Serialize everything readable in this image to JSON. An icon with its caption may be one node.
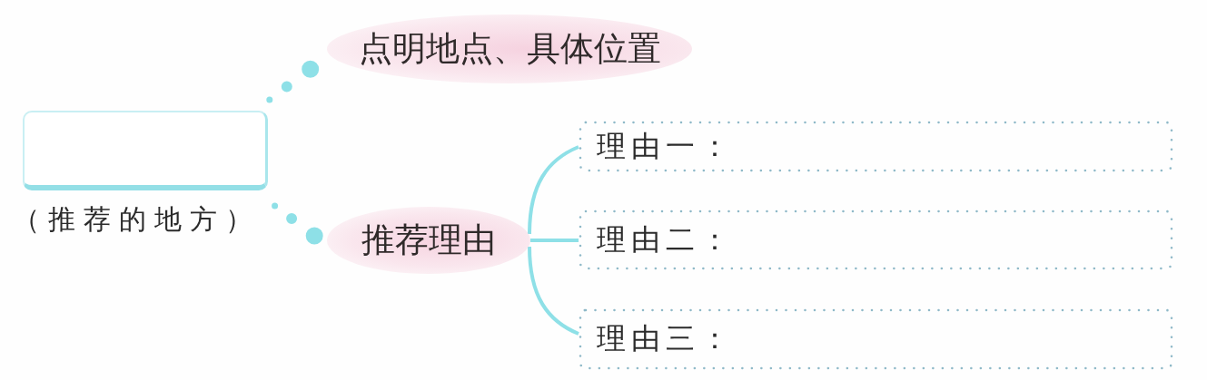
{
  "diagram": {
    "nodes": [
      {
        "text": [],
        "shape": "box",
        "beside": [
          "（推荐的地方）"
        ]
      },
      {
        "text": [
          "点明地点、具体位置"
        ]
      },
      {
        "text": [
          "推荐理由"
        ]
      },
      {
        "text": [
          "理由一："
        ]
      },
      {
        "text": [
          "理由二："
        ]
      },
      {
        "text": [
          "理由三："
        ]
      }
    ],
    "edges": [
      {
        "from": 0,
        "to": 1,
        "arrow": "none",
        "style": "dashed"
      },
      {
        "from": 0,
        "to": 2,
        "arrow": "none",
        "style": "dashed"
      },
      {
        "from": 2,
        "to": 3,
        "arrow": "none"
      },
      {
        "from": 2,
        "to": 4,
        "arrow": "none"
      },
      {
        "from": 2,
        "to": 5,
        "arrow": "none"
      }
    ]
  }
}
